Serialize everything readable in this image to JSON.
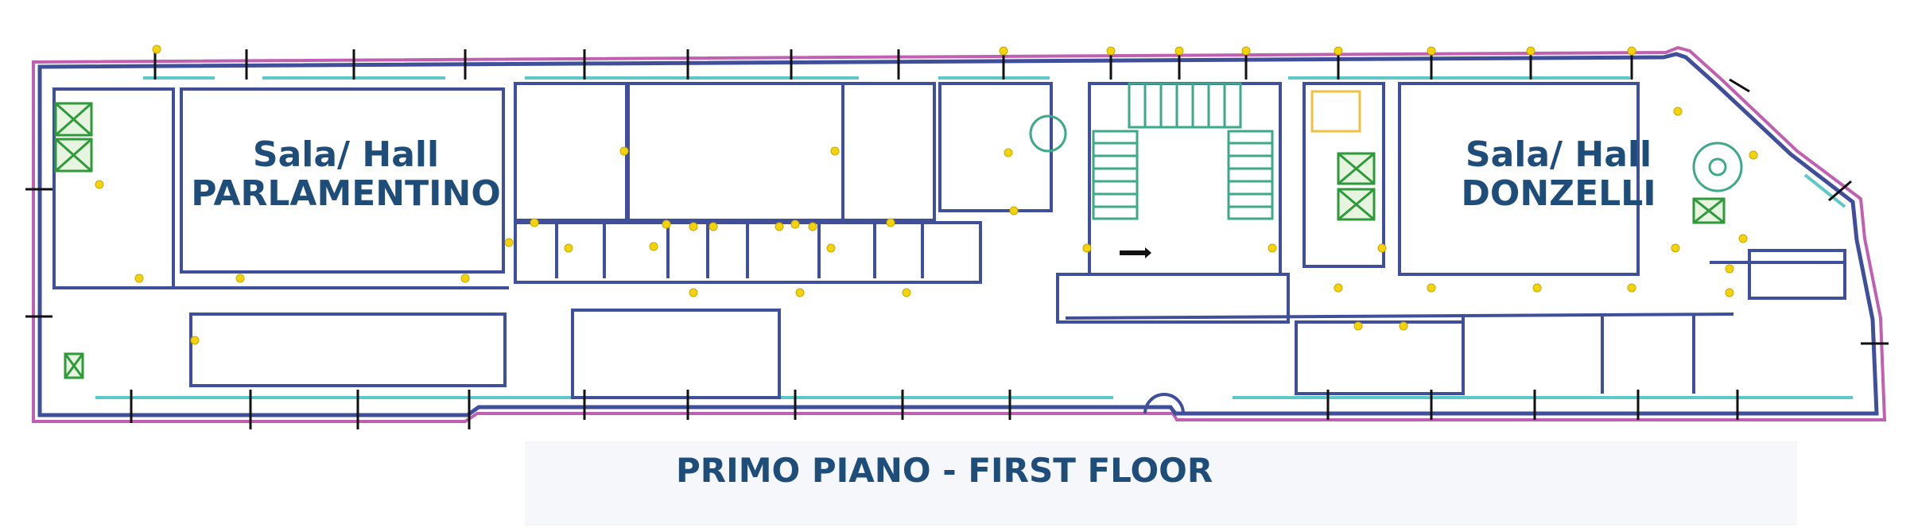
{
  "rooms": {
    "parlamentino": {
      "line1": "Sala/ Hall",
      "line2": "PARLAMENTINO"
    },
    "donzelli": {
      "line1": "Sala/ Hall",
      "line2": "DONZELLI"
    }
  },
  "floor_title": "PRIMO PIANO - FIRST FLOOR",
  "colors": {
    "outer_boundary": "#c060b0",
    "walls": "#3f4f9a",
    "windows": "#5cc8c8",
    "stairs": "#3da88a",
    "lifts": "#2e9a3a",
    "door_markers": "#f3d30a",
    "labels": "#1f4d7a"
  }
}
